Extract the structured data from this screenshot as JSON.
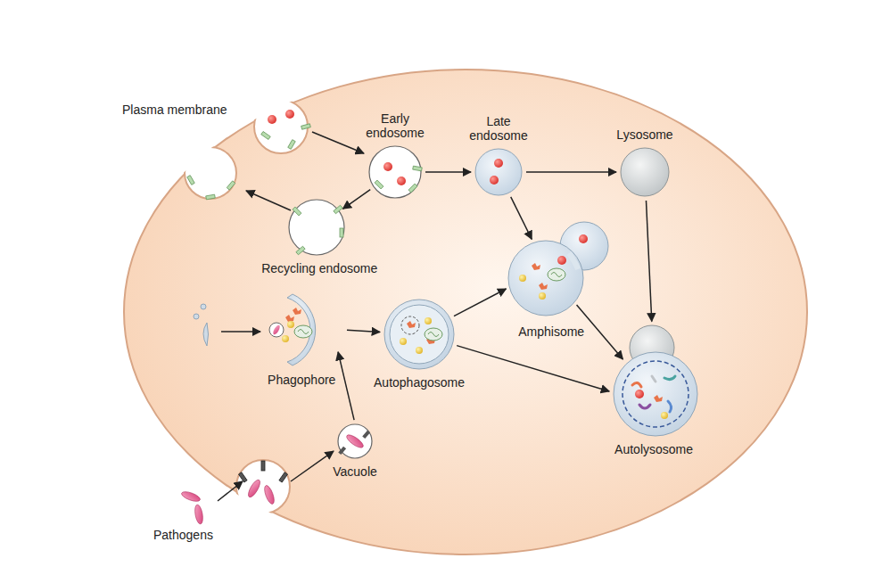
{
  "diagram": {
    "nodes": [
      {
        "text": [
          "Early endosome"
        ]
      },
      {
        "text": [
          "Late endosome"
        ]
      },
      {
        "text": [
          "Lysosome"
        ]
      },
      {
        "text": [
          "Recycling endosome"
        ]
      },
      {
        "text": [
          "Phagophore"
        ]
      },
      {
        "text": [
          "Autophagosome"
        ]
      },
      {
        "text": [
          "Amphisome"
        ]
      },
      {
        "text": [
          "Autolysosome"
        ]
      },
      {
        "text": [
          "Vacuole"
        ]
      }
    ],
    "edges": [
      {
        "from": 0,
        "to": 1,
        "arrow": "to"
      },
      {
        "from": 0,
        "to": 3,
        "arrow": "to"
      },
      {
        "from": 1,
        "to": 2,
        "arrow": "to"
      },
      {
        "from": 1,
        "to": 6,
        "arrow": "to"
      },
      {
        "from": 2,
        "to": 7,
        "arrow": "to"
      },
      {
        "from": 4,
        "to": 5,
        "arrow": "to"
      },
      {
        "from": 5,
        "to": 6,
        "arrow": "to"
      },
      {
        "from": 5,
        "to": 7,
        "arrow": "to"
      },
      {
        "from": 6,
        "to": 7,
        "arrow": "to"
      },
      {
        "from": 8,
        "to": 4,
        "arrow": "to"
      }
    ],
    "labels": [
      "Plasma membrane",
      "Pathogens"
    ]
  }
}
